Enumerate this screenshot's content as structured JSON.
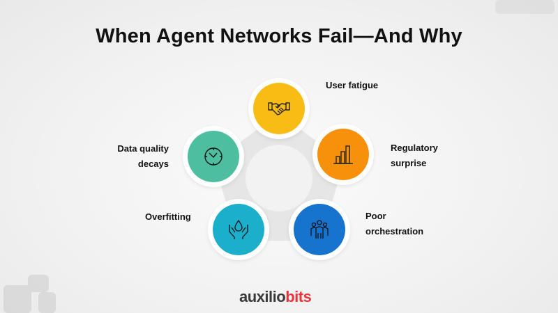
{
  "title": "When Agent Networks Fail—And Why",
  "items": [
    {
      "label": "User fatigue",
      "icon": "handshake-icon",
      "color": "#F9BC15"
    },
    {
      "label": "Regulatory surprise",
      "line1": "Regulatory",
      "line2": "surprise",
      "icon": "bar-chart-icon",
      "color": "#F7910B"
    },
    {
      "label": "Poor orchestration",
      "line1": "Poor",
      "line2": "orchestration",
      "icon": "team-icon",
      "color": "#1673CE"
    },
    {
      "label": "Overfitting",
      "icon": "hands-drop-icon",
      "color": "#1CAFCB"
    },
    {
      "label": "Data quality decays",
      "line1": "Data quality",
      "line2": "decays",
      "icon": "clock-icon",
      "color": "#4DBFA0"
    }
  ],
  "logo": {
    "part1": "auxilio",
    "part2": "bits",
    "color1": "#3a3a3a",
    "color2": "#e8343c"
  }
}
